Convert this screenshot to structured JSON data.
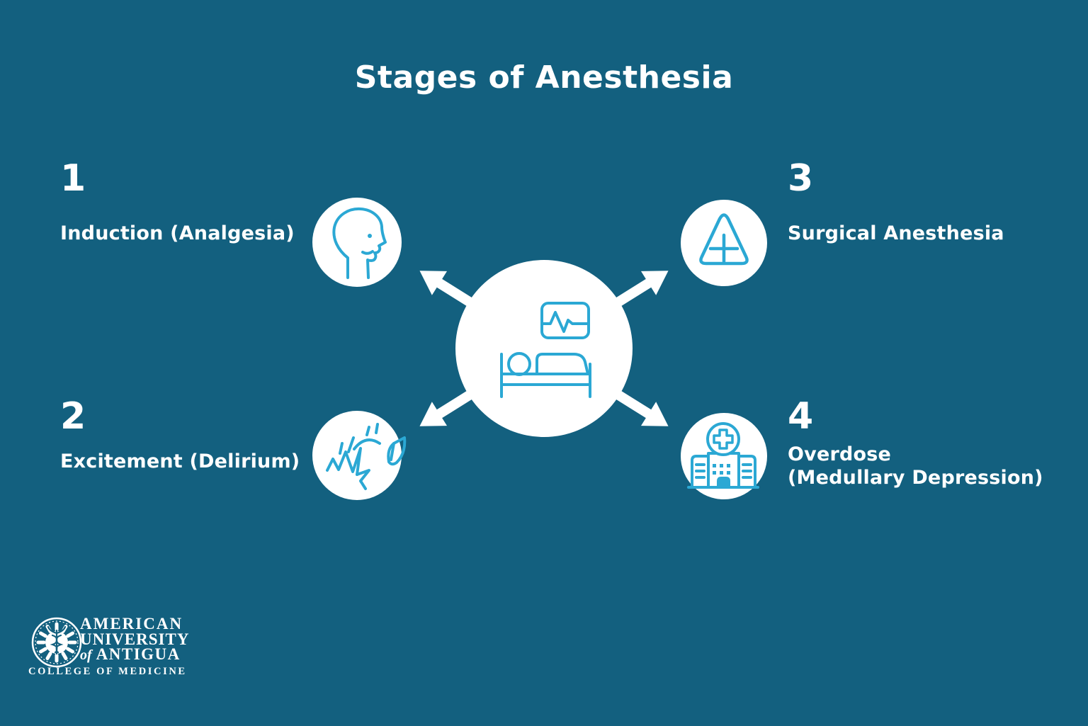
{
  "title": "Stages of Anesthesia",
  "stages": [
    {
      "number": "1",
      "label": "Induction (Analgesia)",
      "icon": "head-profile-icon"
    },
    {
      "number": "2",
      "label": "Excitement (Delirium)",
      "icon": "excitement-burst-icon"
    },
    {
      "number": "3",
      "label": "Surgical Anesthesia",
      "icon": "caution-triangle-plus-icon"
    },
    {
      "number": "4",
      "label": "Overdose\n(Medullary Depression)",
      "icon": "hospital-building-icon"
    }
  ],
  "center": {
    "icon": "patient-bed-monitor-icon"
  },
  "logo": {
    "seal_icon": "caduceus-sun-seal-icon",
    "name1": "AMERICAN",
    "name2": "UNIVERSITY",
    "name3_of": "of",
    "name3": "ANTIGUA",
    "subtitle": "COLLEGE OF MEDICINE"
  },
  "colors": {
    "background": "#13607F",
    "icon_blue": "#2BA8D4",
    "text": "#FFFFFF",
    "circle_fill": "#FFFFFF"
  }
}
